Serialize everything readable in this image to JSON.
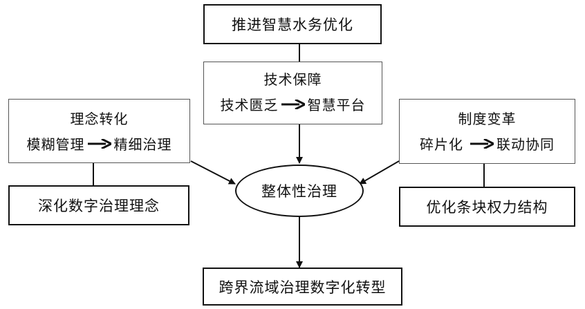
{
  "top_box": {
    "label": "推进智慧水务优化"
  },
  "tech": {
    "title": "技术保障",
    "from": "技术匮乏",
    "to": "智慧平台"
  },
  "concept": {
    "title": "理念转化",
    "from": "模糊管理",
    "to": "精细治理"
  },
  "system": {
    "title": "制度变革",
    "from": "碎片化",
    "to": "联动协同"
  },
  "left_bottom": {
    "label": "深化数字治理理念"
  },
  "right_bottom": {
    "label": "优化条块权力结构"
  },
  "center": {
    "label": "整体性治理"
  },
  "bottom": {
    "label": "跨界流域治理数字化转型"
  }
}
